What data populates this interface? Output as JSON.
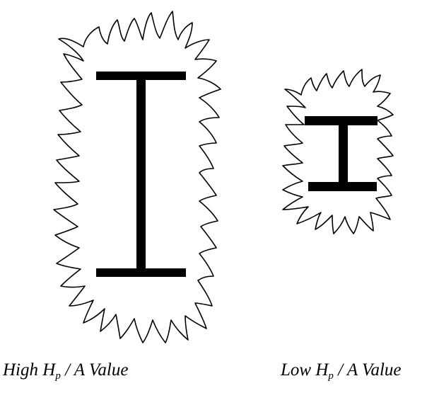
{
  "captions": {
    "left": {
      "prefix": "High H",
      "subscript": "p",
      "suffix": " / A Value"
    },
    "right": {
      "prefix": "Low H",
      "subscript": "p",
      "suffix": " / A Value"
    }
  },
  "colors": {
    "stroke": "#000000",
    "beam": "#000000",
    "background": "#ffffff"
  },
  "icons": {
    "large_section": "i-beam-section-icon",
    "small_section": "i-beam-section-icon",
    "fire": "flame-outline-icon"
  }
}
